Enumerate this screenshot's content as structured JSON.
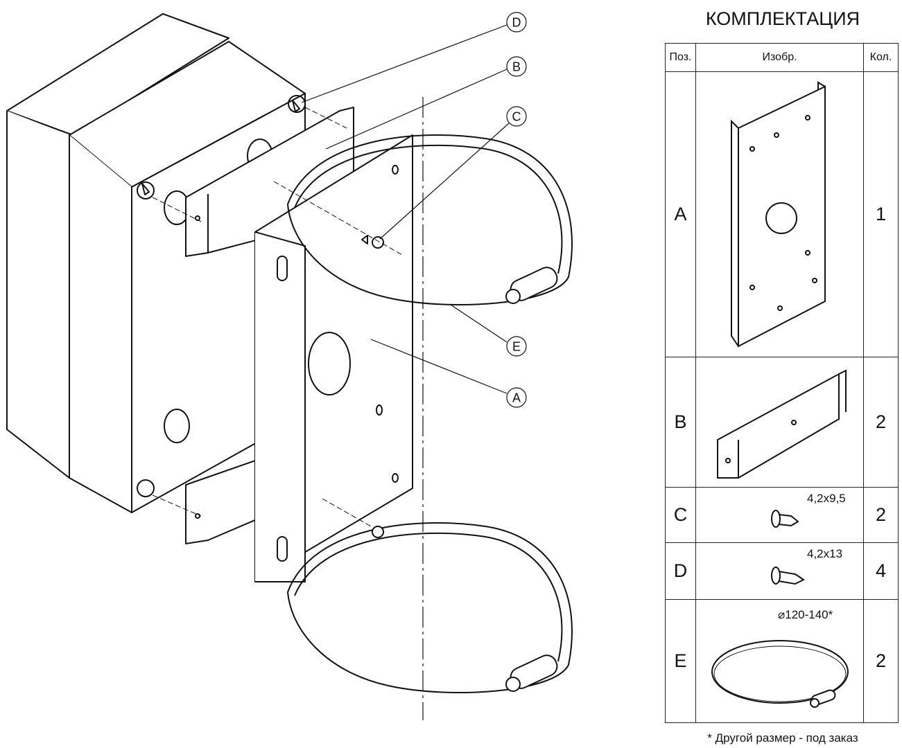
{
  "table_title": "КОМПЛЕКТАЦИЯ",
  "headers": {
    "pos": "Поз.",
    "image": "Изобр.",
    "qty": "Кол."
  },
  "rows": [
    {
      "pos": "A",
      "qty": "1",
      "dim": ""
    },
    {
      "pos": "B",
      "qty": "2",
      "dim": ""
    },
    {
      "pos": "C",
      "qty": "2",
      "dim": "4,2x9,5"
    },
    {
      "pos": "D",
      "qty": "4",
      "dim": "4,2x13"
    },
    {
      "pos": "E",
      "qty": "2",
      "dim": "⌀120-140*"
    }
  ],
  "callouts": [
    "D",
    "B",
    "C",
    "E",
    "A"
  ],
  "footnote": "* Другой размер - под заказ"
}
